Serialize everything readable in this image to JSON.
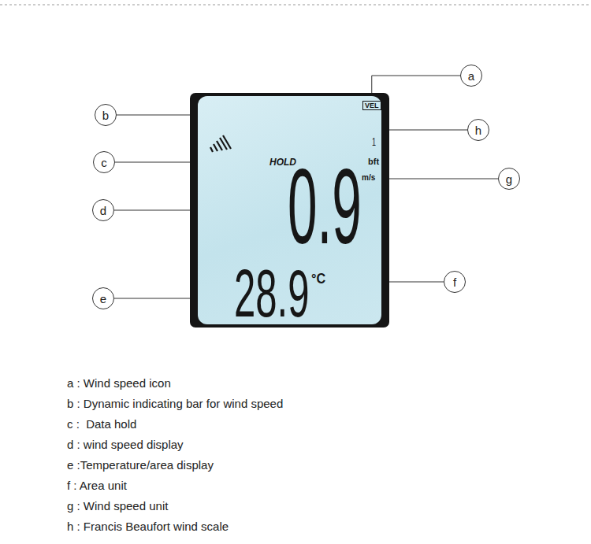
{
  "diagram": {
    "nodes": [
      {
        "text": [
          "HOLD",
          "0.9",
          "28.9",
          "°C",
          "1",
          "bft",
          "m/s"
        ]
      },
      {
        "text": [
          "VEL"
        ],
        "in": 0
      },
      {
        "text": [
          "a"
        ]
      },
      {
        "text": [
          "b"
        ]
      },
      {
        "text": [
          "c"
        ]
      },
      {
        "text": [
          "d"
        ]
      },
      {
        "text": [
          "e"
        ]
      },
      {
        "text": [
          "f"
        ]
      },
      {
        "text": [
          "g"
        ]
      },
      {
        "text": [
          "h"
        ]
      }
    ],
    "edges": [
      {
        "from": 2,
        "to": 1,
        "arrow": "none"
      }
    ],
    "labels": [
      "a : Wind speed icon",
      "b : Dynamic indicating bar for wind speed",
      "c :  Data hold",
      "d : wind speed display",
      "e :Temperature/area display",
      "f : Area unit",
      "g : Wind speed unit",
      "h : Francis Beaufort wind scale"
    ]
  }
}
